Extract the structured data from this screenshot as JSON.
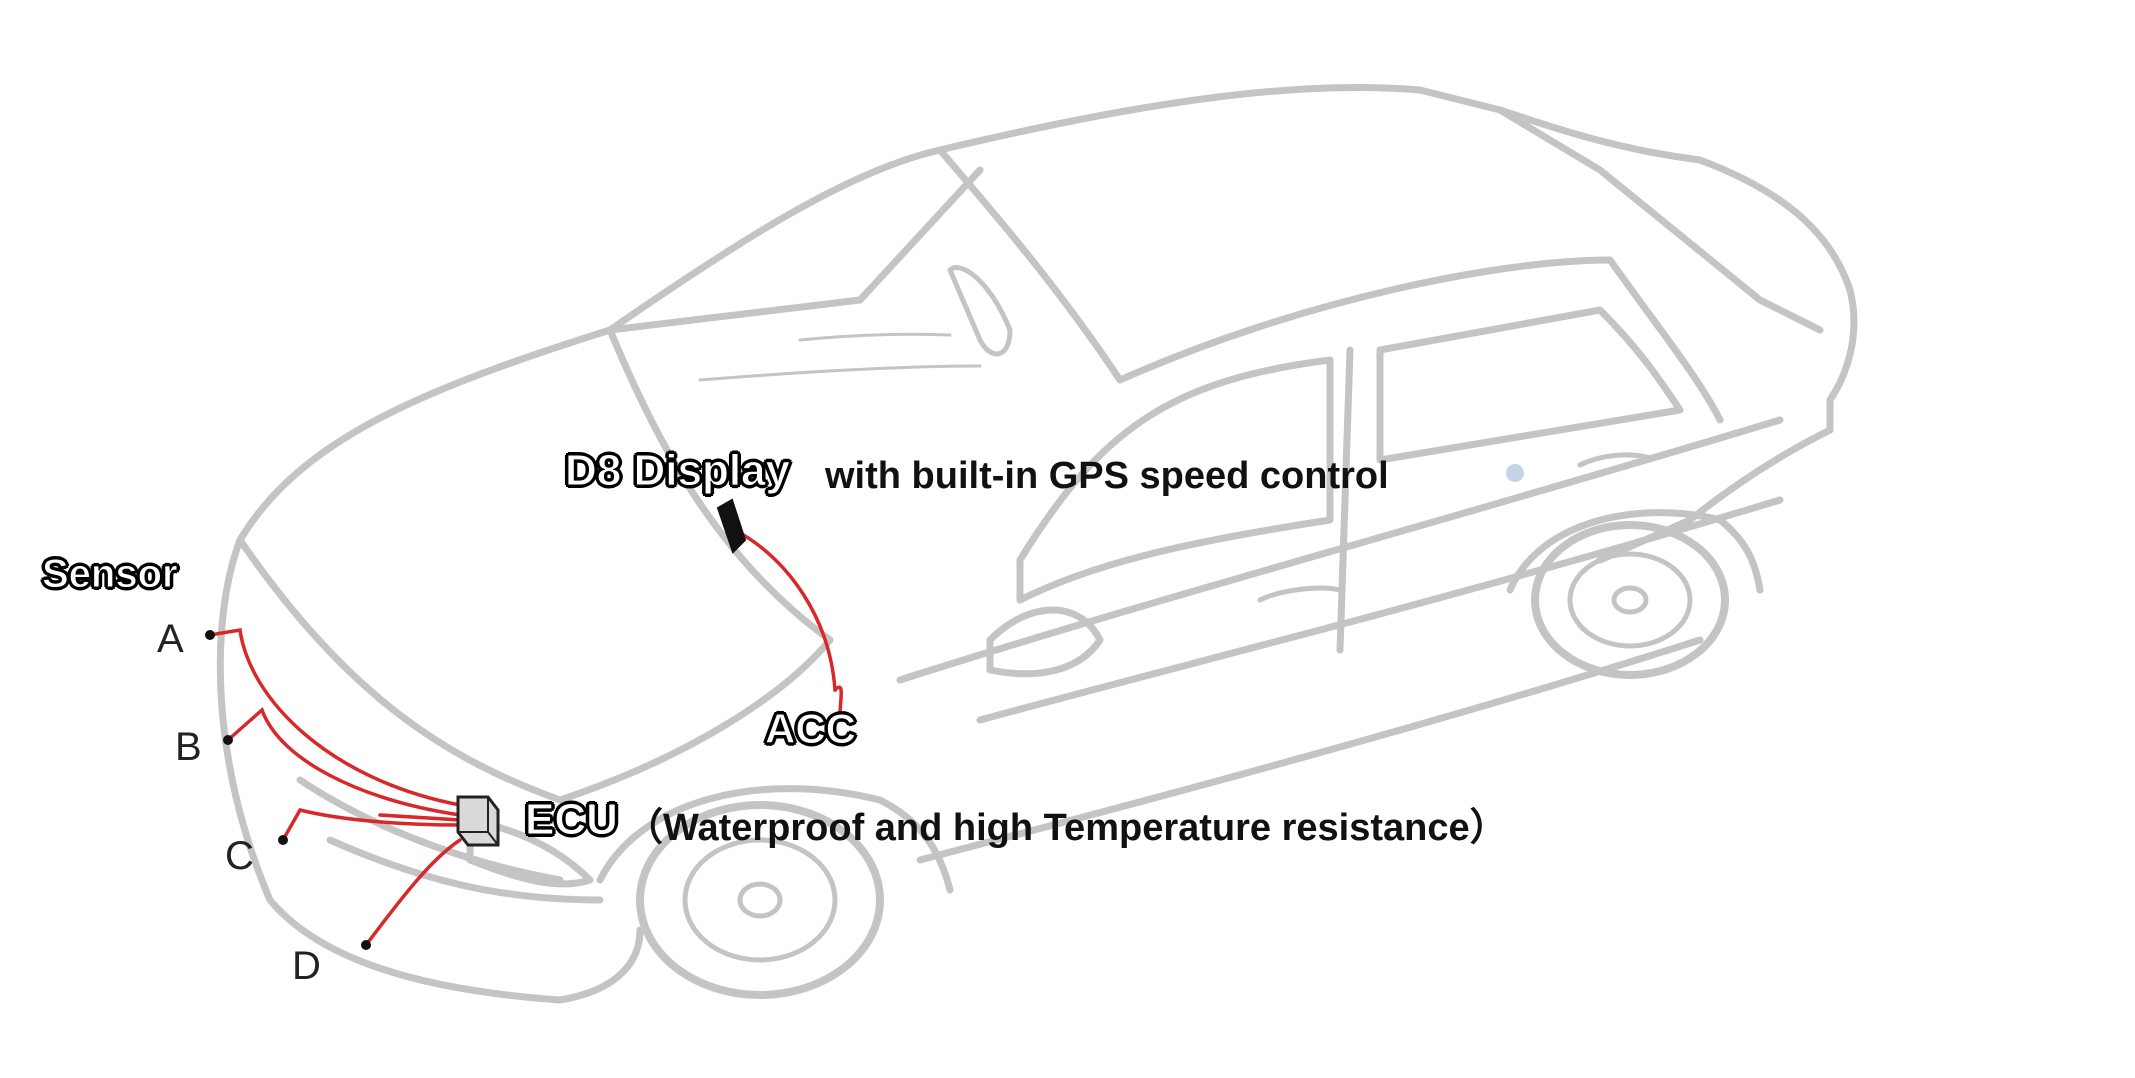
{
  "labels": {
    "display_title": "D8 Display",
    "display_desc": "with built-in GPS speed control",
    "sensor": "Sensor",
    "acc": "ACC",
    "ecu": "ECU",
    "ecu_desc": "（Waterproof and high Temperature resistance）",
    "sensor_a": "A",
    "sensor_b": "B",
    "sensor_c": "C",
    "sensor_d": "D"
  },
  "colors": {
    "car_outline": "#c4c4c4",
    "wiring": "#d8282c",
    "text": "#111111"
  }
}
